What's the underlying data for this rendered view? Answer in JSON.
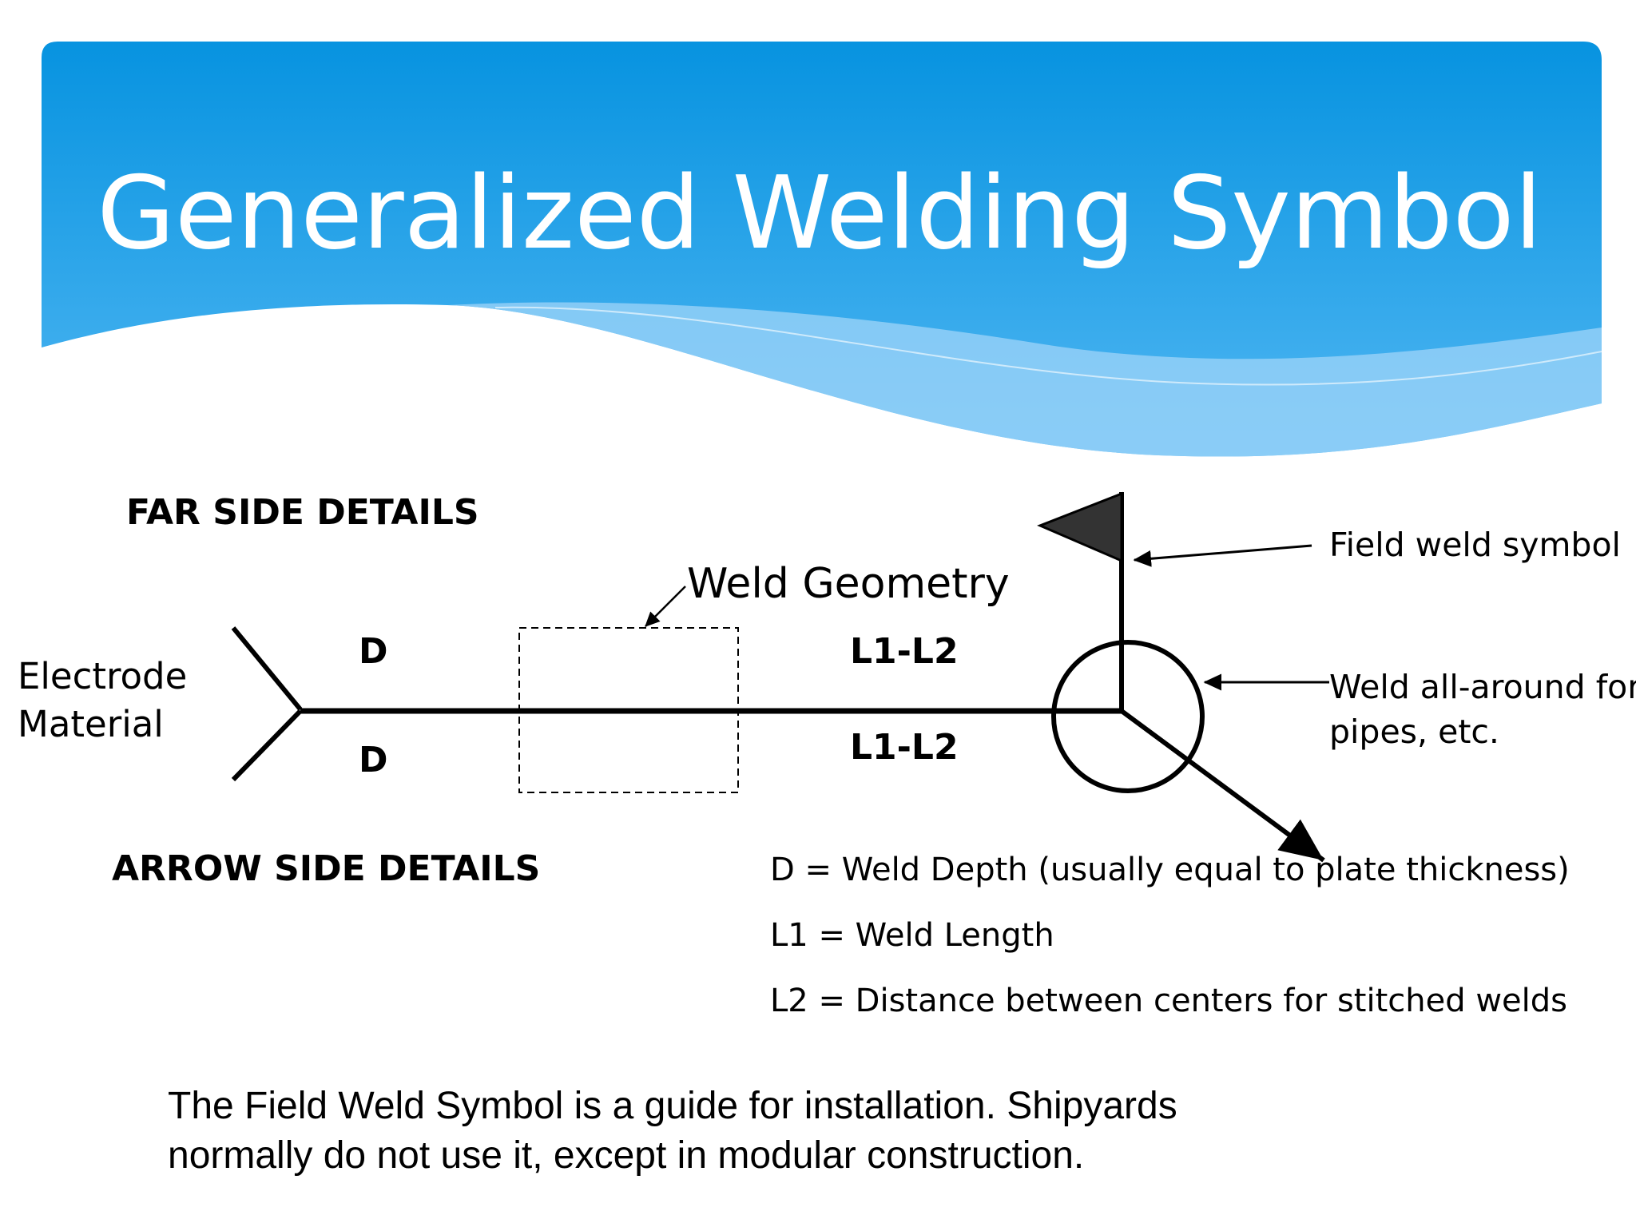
{
  "slide": {
    "title": "Generalized Welding Symbol",
    "colors": {
      "banner_top": "#0793e0",
      "banner_bottom": "#4fb6f2",
      "wave_light": "#9fd4f8",
      "flag_fill": "#333333",
      "line": "#000000"
    }
  },
  "diagram": {
    "far_side_heading": "FAR SIDE DETAILS",
    "arrow_side_heading": "ARROW SIDE DETAILS",
    "electrode_label_line1": "Electrode",
    "electrode_label_line2": "Material",
    "far_side_depth": "D",
    "arrow_side_depth": "D",
    "far_side_length": "L1-L2",
    "arrow_side_length": "L1-L2",
    "weld_geometry_label": "Weld Geometry",
    "field_weld_label": "Field weld symbol",
    "all_around_label_line1": "Weld all-around for",
    "all_around_label_line2": "pipes, etc.",
    "icons": [
      "field-weld-flag-icon",
      "weld-all-around-circle-icon",
      "arrow-icon",
      "tail-icon"
    ]
  },
  "legend": {
    "items": [
      "D = Weld Depth (usually equal to plate thickness)",
      "L1 = Weld Length",
      "L2 = Distance between centers for stitched welds"
    ]
  },
  "footer": {
    "line1": "The Field Weld Symbol is a guide for installation. Shipyards",
    "line2": "normally do not use it, except in modular construction."
  }
}
